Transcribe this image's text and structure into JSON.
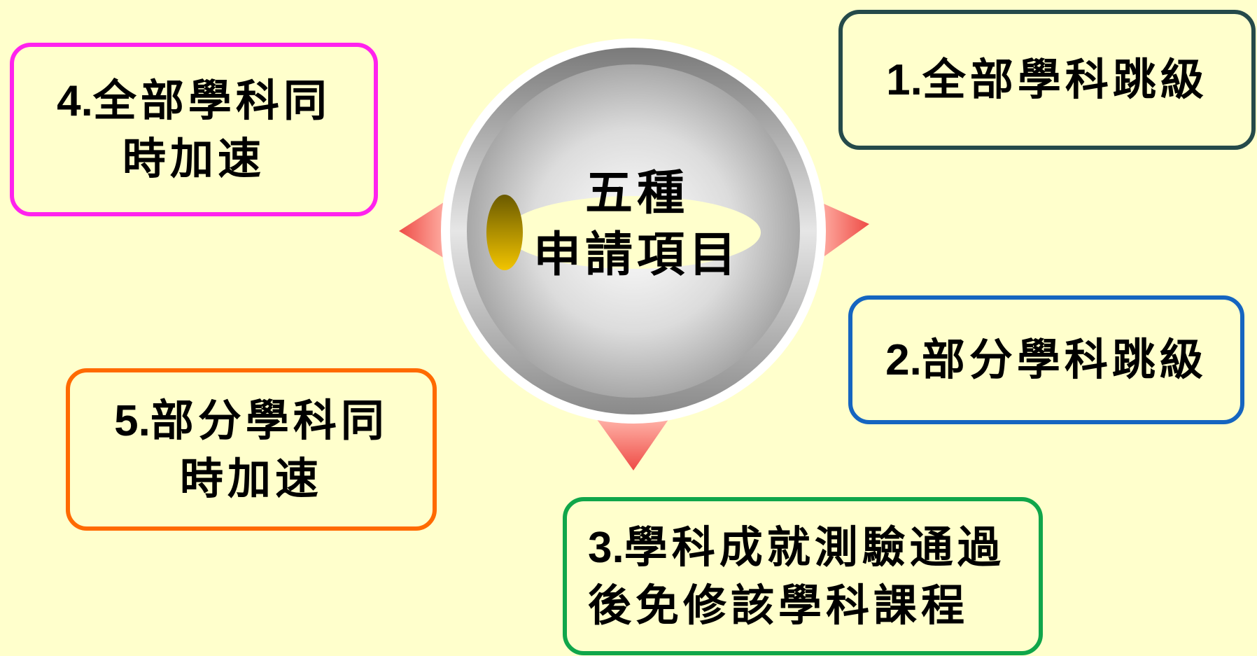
{
  "center": {
    "line1": "五種",
    "line2": "申請項目"
  },
  "items": [
    {
      "number": "1.",
      "text": "全部學科跳級",
      "color": "#254A4A"
    },
    {
      "number": "2.",
      "text": "部分學科跳級",
      "color": "#1565C0"
    },
    {
      "number": "3.",
      "text": "學科成就測驗通過\n後免修該學科課程",
      "color": "#10A64A"
    },
    {
      "number": "4.",
      "text": "全部學科同\n時加速",
      "color": "#FF22EE"
    },
    {
      "number": "5.",
      "text": "部分學科同\n時加速",
      "color": "#FF6A00"
    }
  ],
  "colors": {
    "background": "#FFFFCC",
    "arrow": "#F0605A",
    "eye": "#E0B400"
  }
}
